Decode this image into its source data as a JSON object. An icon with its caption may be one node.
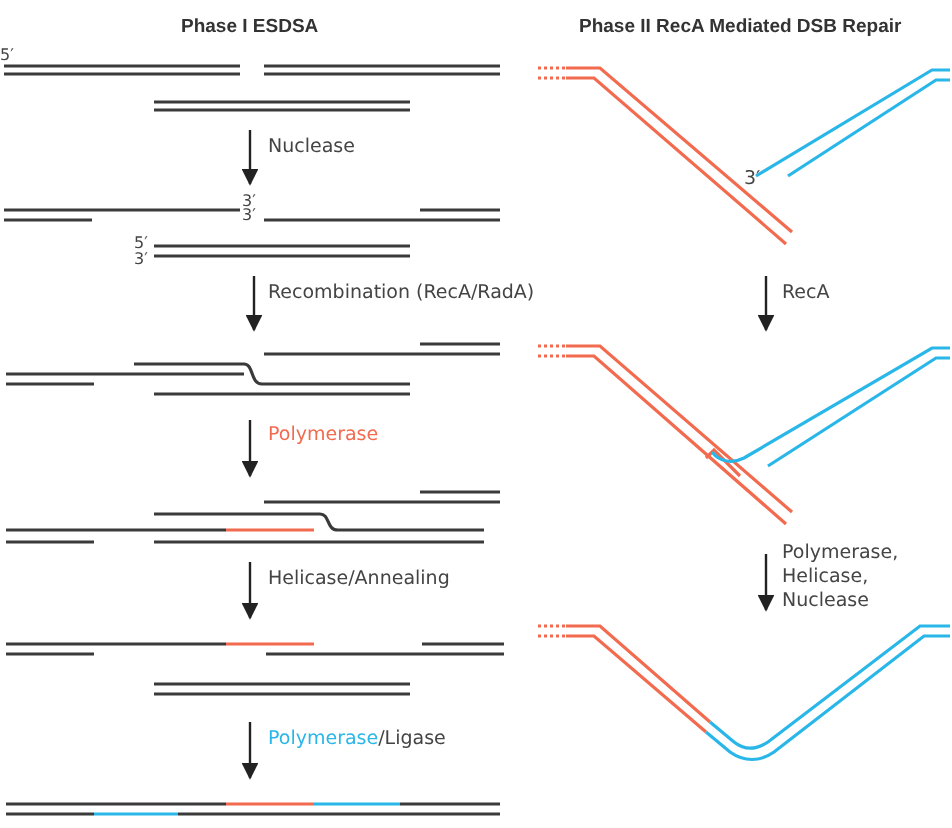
{
  "diagram": {
    "labels": [
      "Phase I ESDSA",
      "Phase II RecA Mediated DSB Repair",
      "5′",
      "3′",
      "Nuclease",
      "3′",
      "3′",
      "5′",
      "3′",
      "Recombination (RecA/RadA)",
      "RecA",
      "Polymerase",
      "Polymerase, Helicase, Nuclease",
      "Helicase/Annealing",
      "Polymerase/Ligase"
    ]
  }
}
